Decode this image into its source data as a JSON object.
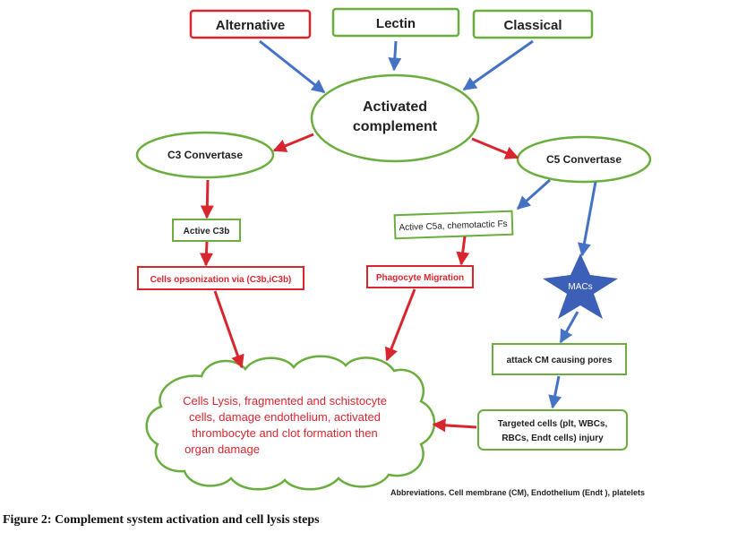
{
  "colors": {
    "green": "#6aae3e",
    "red": "#d9262e",
    "blue": "#4472c4",
    "star": "#3c5fb8"
  },
  "nodes": {
    "alternative": "Alternative",
    "lectin": "Lectin",
    "classical": "Classical",
    "activated_line1": "Activated",
    "activated_line2": "complement",
    "c3_convertase": "C3 Convertase",
    "c5_convertase": "C5 Convertase",
    "active_c3b": "Active C3b",
    "active_c5a": "Active C5a, chemotactic Fs",
    "opsonization": "Cells opsonization via (C3b,iC3b)",
    "phagocyte": "Phagocyte Migration",
    "macs": "MACs",
    "attack_cm": "attack CM causing pores",
    "targeted_line1": "Targeted cells (plt, WBCs,",
    "targeted_line2": "RBCs, Endt cells) injury",
    "lysis_line1": "Cells Lysis, fragmented and schistocyte",
    "lysis_line2": "cells, damage endothelium, activated",
    "lysis_line3": "thrombocyte and clot formation then",
    "lysis_line4": "organ damage"
  },
  "abbreviations": "Abbreviations. Cell membrane (CM), Endothelium (Endt ), platelets",
  "caption": "Figure 2: Complement system activation and cell lysis steps"
}
